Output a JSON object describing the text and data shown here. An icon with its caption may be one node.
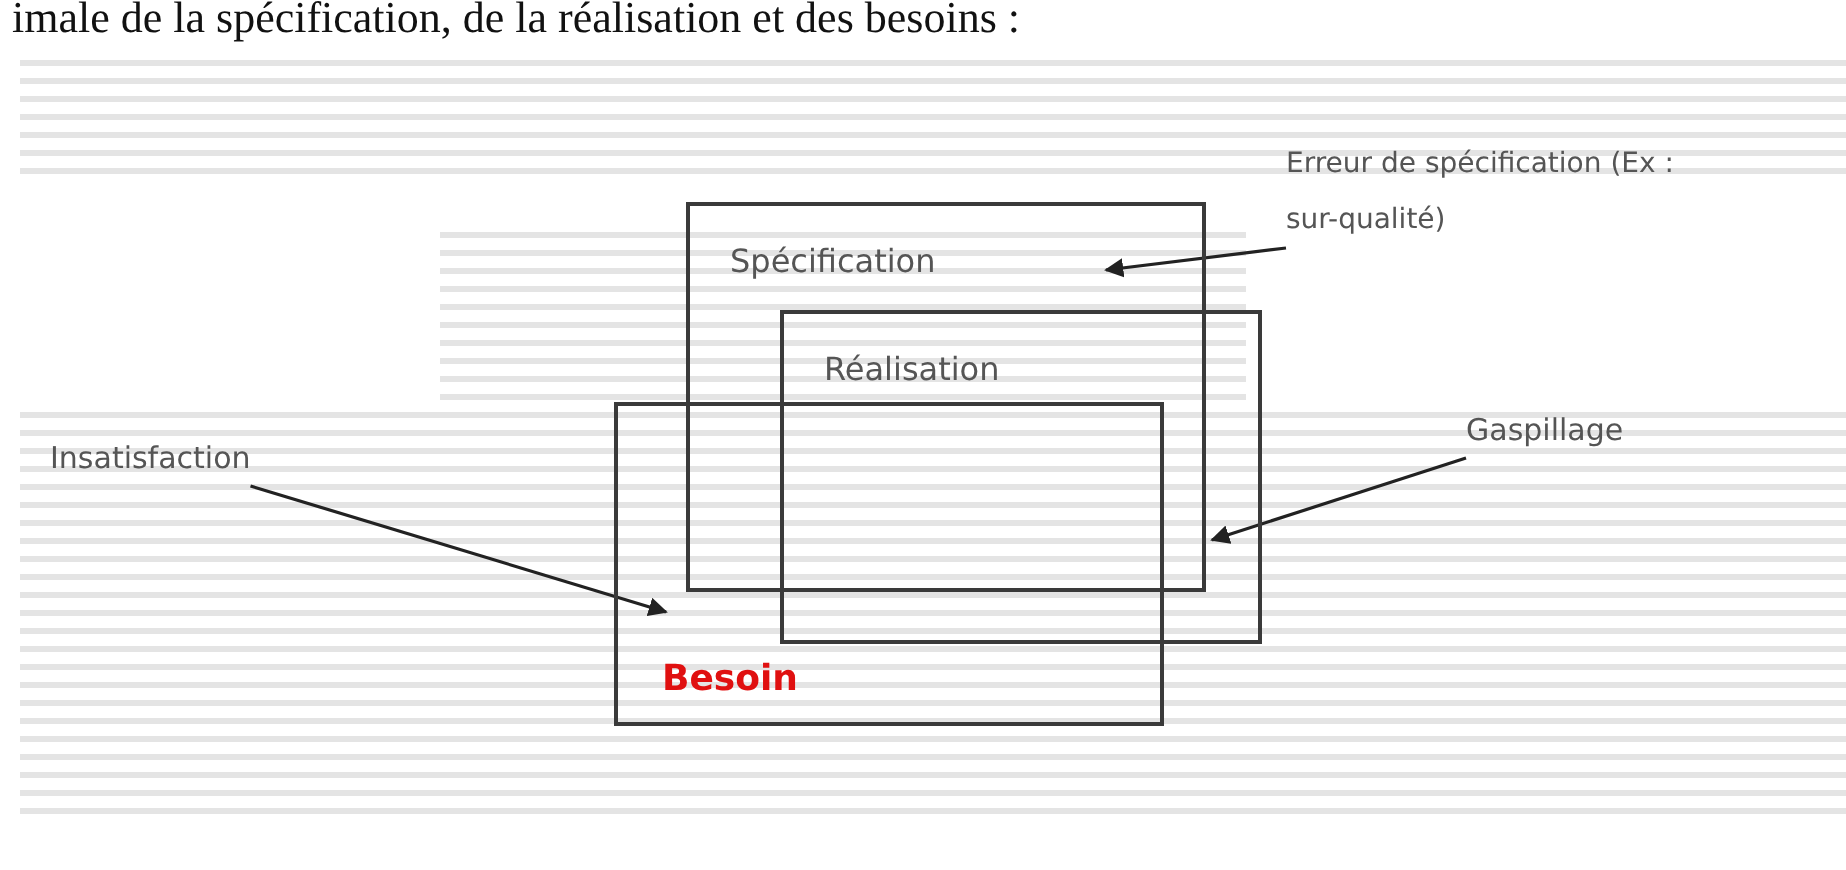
{
  "diagram": {
    "nodes": [
      {
        "text": [
          "Spécification"
        ]
      },
      {
        "text": [
          "Réalisation"
        ]
      },
      {
        "text": [
          "Besoin"
        ]
      },
      {
        "text": [
          "Erreur de spécification (Ex : sur-qualité)"
        ]
      },
      {
        "text": [
          "Gaspillage"
        ]
      },
      {
        "text": [
          "Insatisfaction"
        ]
      }
    ],
    "edges": [
      {
        "from": 3,
        "to": 0,
        "arrow": "to"
      },
      {
        "from": 4,
        "to": 1,
        "arrow": "to"
      },
      {
        "from": 5,
        "to": 2,
        "arrow": "to"
      }
    ],
    "labels": [
      "imale de la spécification, de la réalisation et des besoins :"
    ]
  }
}
